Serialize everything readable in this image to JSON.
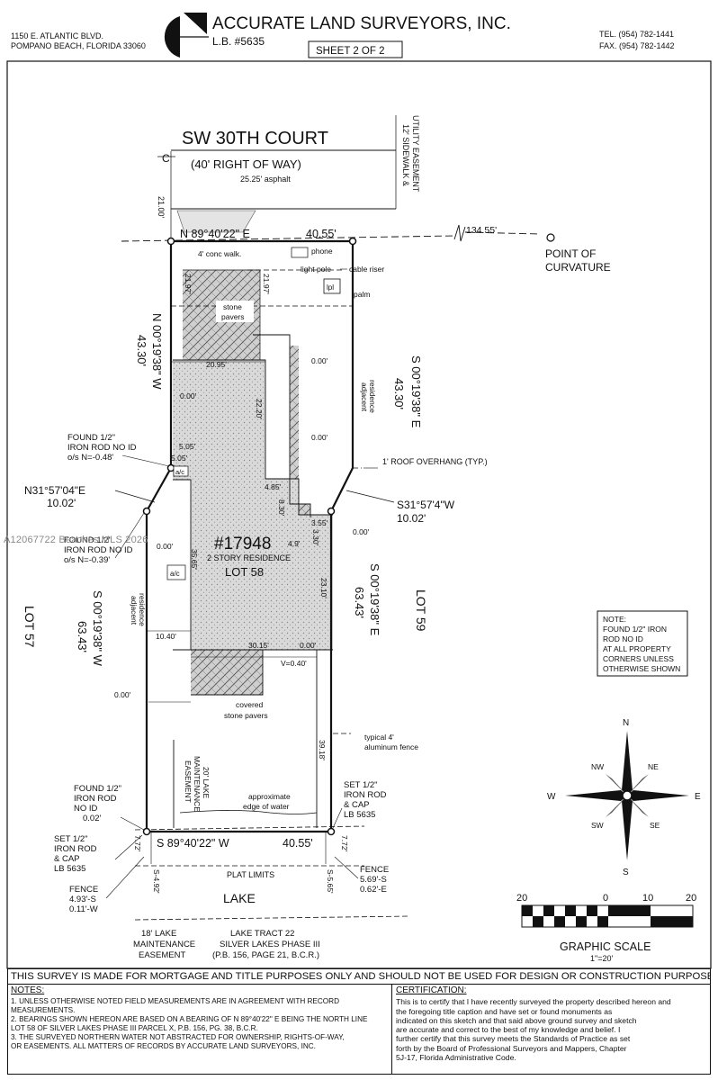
{
  "header": {
    "company": "ACCURATE LAND SURVEYORS, INC.",
    "lb_number": "L.B. #5635",
    "sheet": "SHEET 2 OF 2",
    "address_line1": "1150 E. ATLANTIC BLVD.",
    "address_line2": "POMPANO BEACH, FLORIDA 33060",
    "tel": "TEL. (954) 782-1441",
    "fax": "FAX. (954) 782-1442"
  },
  "street": {
    "name": "SW 30TH COURT",
    "row": "(40' RIGHT OF WAY)",
    "asphalt": "25.25' asphalt",
    "centerline_dist": "21.00'",
    "sidewalk_easement_1": "12' SIDEWALK &",
    "sidewalk_easement_2": "UTILITY EASEMENT",
    "centerline_symbol": "C"
  },
  "bearings": {
    "north": "N 89°40'22\" E",
    "north_dist": "40.55'",
    "south": "S 89°40'22\" W",
    "south_dist": "40.55'",
    "west_upper": "N 00°19'38\" W",
    "west_upper_dist": "43.30'",
    "west_lower": "S 00°19'38\" W",
    "west_lower_dist": "63.43'",
    "east_upper": "S 00°19'38\" E",
    "east_upper_dist": "43.30'",
    "east_lower": "S 00°19'38\" E",
    "east_lower_dist": "63.43'",
    "chamfer_west": "N31°57'04\"E",
    "chamfer_west_dist": "10.02'",
    "chamfer_east": "S31°57'4\"W",
    "chamfer_east_dist": "10.02'"
  },
  "curve": {
    "distance": "134.55'",
    "label_1": "POINT OF",
    "label_2": "CURVATURE"
  },
  "site": {
    "conc_walk": "4' conc walk.",
    "phone": "phone",
    "light_pole": "light pole",
    "cable_riser": "cable riser",
    "lpl": "lpl",
    "palm": "palm",
    "stone_pavers_1": "stone",
    "stone_pavers_2": "pavers",
    "adjacent_1": "adjacent",
    "adjacent_2": "residence",
    "roof_overhang": "1' ROOF OVERHANG (TYP.)",
    "ac": "a/c",
    "house_number": "#17948",
    "residence": "2 STORY RESIDENCE",
    "lot": "LOT 58",
    "lot_57": "LOT 57",
    "lot_59": "LOT 59",
    "covered_pavers_1": "covered",
    "covered_pavers_2": "stone pavers",
    "fence_1": "typical 4'",
    "fence_2": "aluminum fence",
    "lake_easement_1": "20' LAKE",
    "lake_easement_2": "MAINTENANCE",
    "lake_easement_3": "EASEMENT",
    "water_1": "approximate",
    "water_2": "edge of water",
    "v_offset": "V=0.40'",
    "plat_limits": "PLAT LIMITS",
    "lake": "LAKE"
  },
  "dims": {
    "d2197a": "21.97'",
    "d2197b": "21.97'",
    "d2095": "20.95'",
    "d000a": "0.00'",
    "d000b": "0.00'",
    "d000c": "0.00'",
    "d2220": "22.20'",
    "d505a": "5.05'",
    "d505b": "5.05'",
    "d485": "4.85'",
    "d830": "8.30'",
    "d355": "3.55'",
    "d49": "4.9'",
    "d330": "3.30'",
    "d000d": "0.00'",
    "d000e": "0.00'",
    "d3565": "35.65'",
    "d2310": "23.10'",
    "d1040": "10.40'",
    "d3015": "30.15'",
    "d000f": "0.00'",
    "d000g": "0.00'",
    "d3918": "39.18'",
    "d772": "7.72'",
    "d772b": "7.72'",
    "s492": "S-4.92'",
    "s565": "S-5.65'"
  },
  "monuments": {
    "found_top_1": "FOUND 1/2\"",
    "found_top_2": "IRON ROD NO ID",
    "found_top_3": "o/s N=-0.48'",
    "found_mid_1": "FOUND 1/2\"",
    "found_mid_2": "IRON ROD NO ID",
    "found_mid_3": "o/s N=-0.39'",
    "found_bot_1": "FOUND 1/2\"",
    "found_bot_2": "IRON ROD",
    "found_bot_3": "NO ID",
    "found_bot_4": "0.02'",
    "set_right_1": "SET 1/2\"",
    "set_right_2": "IRON ROD",
    "set_right_3": "& CAP",
    "set_right_4": "LB 5635",
    "set_left_1": "SET 1/2\"",
    "set_left_2": "IRON ROD",
    "set_left_3": "& CAP",
    "set_left_4": "LB 5635",
    "fence_left_1": "FENCE",
    "fence_left_2": "4.93'-S",
    "fence_left_3": "0.11'-W",
    "fence_right_1": "FENCE",
    "fence_right_2": "5.69'-S",
    "fence_right_3": "0.62'-E"
  },
  "lake_labels": {
    "maint_1": "18' LAKE",
    "maint_2": "MAINTENANCE",
    "maint_3": "EASEMENT",
    "tract_1": "LAKE TRACT 22",
    "tract_2": "SILVER LAKES PHASE III",
    "tract_3": "(P.B. 156, PAGE 21, B.C.R.)"
  },
  "note_box": {
    "l1": "NOTE:",
    "l2": "FOUND 1/2\" IRON",
    "l3": "ROD NO ID",
    "l4": "AT ALL PROPERTY",
    "l5": "CORNERS UNLESS",
    "l6": "OTHERWISE SHOWN"
  },
  "compass": {
    "n": "N",
    "s": "S",
    "e": "E",
    "w": "W",
    "nw": "NW",
    "ne": "NE",
    "sw": "SW",
    "se": "SE"
  },
  "scale": {
    "t20a": "20",
    "t0": "0",
    "t10": "10",
    "t20b": "20",
    "label": "GRAPHIC SCALE",
    "ratio": "1\"=20'"
  },
  "watermark": "A12067722 Beaches MLS 2026",
  "footer": {
    "disclaimer": "THIS SURVEY IS MADE FOR MORTGAGE AND TITLE PURPOSES ONLY AND SHOULD NOT BE USED FOR DESIGN OR CONSTRUCTION PURPOSES.",
    "notes_header": "NOTES:",
    "note1a": "1. UNLESS OTHERWISE NOTED FIELD MEASUREMENTS ARE IN AGREEMENT WITH RECORD",
    "note1b": "    MEASUREMENTS.",
    "note2a": "2. BEARINGS SHOWN HEREON ARE BASED ON A BEARING OF N 89°40'22\" E BEING THE NORTH LINE",
    "note2b": "    LOT 58 OF SILVER LAKES PHASE III PARCEL X, P.B. 156, PG. 38, B.C.R.",
    "note3a": "3. THE SURVEYED NORTHERN WATER NOT ABSTRACTED FOR OWNERSHIP, RIGHTS-OF-WAY,",
    "note3b": "    OR EASEMENTS. ALL MATTERS OF RECORDS BY ACCURATE LAND SURVEYORS, INC.",
    "cert_header": "CERTIFICATION:",
    "cert1": "This is to certify that I have recently surveyed the property described hereon and",
    "cert2": "the foregoing title caption and have set or found monuments as",
    "cert3": "indicated on this sketch and that said above ground survey and sketch",
    "cert4": "are accurate and correct to the best of my knowledge and belief. I",
    "cert5": "further certify that this survey meets the Standards of Practice as set",
    "cert6": "forth by the Board of Professional Surveyors and Mappers, Chapter",
    "cert7": "5J-17, Florida Administrative Code."
  }
}
